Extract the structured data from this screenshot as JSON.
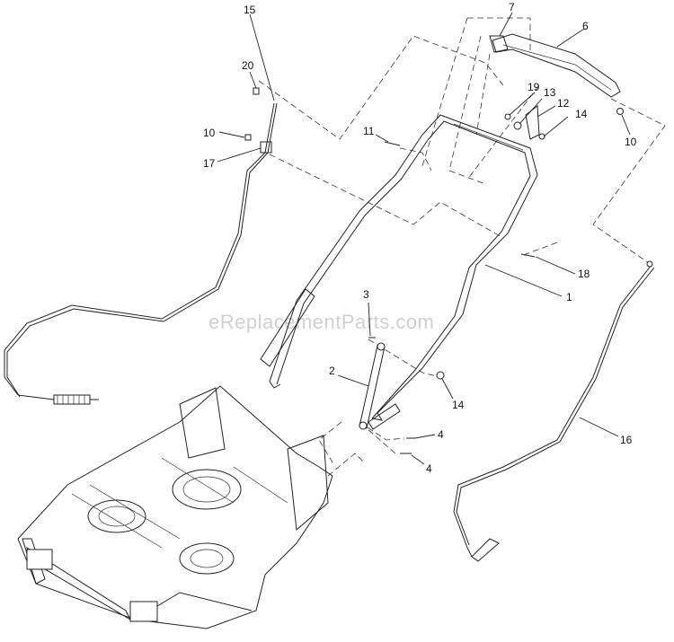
{
  "watermark": "eReplacementParts.com",
  "callouts": [
    {
      "id": "c15",
      "label": "15"
    },
    {
      "id": "c20",
      "label": "20"
    },
    {
      "id": "c10a",
      "label": "10"
    },
    {
      "id": "c17",
      "label": "17"
    },
    {
      "id": "c7",
      "label": "7"
    },
    {
      "id": "c6",
      "label": "6"
    },
    {
      "id": "c19",
      "label": "19"
    },
    {
      "id": "c13",
      "label": "13"
    },
    {
      "id": "c12",
      "label": "12"
    },
    {
      "id": "c14a",
      "label": "14"
    },
    {
      "id": "c10b",
      "label": "10"
    },
    {
      "id": "c11",
      "label": "11"
    },
    {
      "id": "c18",
      "label": "18"
    },
    {
      "id": "c1",
      "label": "1"
    },
    {
      "id": "c3",
      "label": "3"
    },
    {
      "id": "c2",
      "label": "2"
    },
    {
      "id": "c14b",
      "label": "14"
    },
    {
      "id": "c4a",
      "label": "4"
    },
    {
      "id": "c4b",
      "label": "4"
    },
    {
      "id": "c16",
      "label": "16"
    }
  ]
}
